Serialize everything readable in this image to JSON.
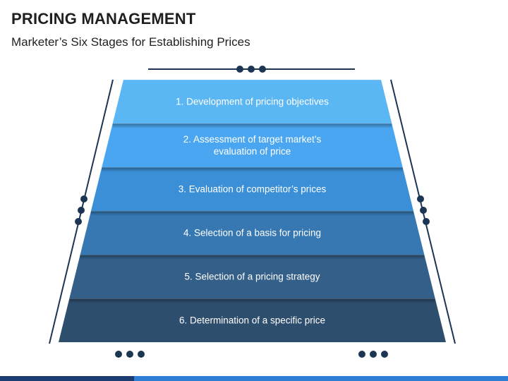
{
  "header": {
    "title": "PRICING MANAGEMENT",
    "subtitle": "Marketer’s Six Stages for Establishing Prices"
  },
  "steps": [
    {
      "lines": [
        "1. Development of pricing objectives"
      ]
    },
    {
      "lines": [
        "2. Assessment of target market’s",
        "evaluation of price"
      ]
    },
    {
      "lines": [
        "3. Evaluation of competitor’s prices"
      ]
    },
    {
      "lines": [
        "4. Selection of a basis for pricing"
      ]
    },
    {
      "lines": [
        "5. Selection of a pricing strategy"
      ]
    },
    {
      "lines": [
        "6. Determination of a specific price"
      ]
    }
  ],
  "colors": {
    "steps": [
      "#5bb6f4",
      "#4aa6f0",
      "#3a8fd6",
      "#3778b2",
      "#335f88",
      "#2e4e6e"
    ],
    "accent": "#1c3553",
    "bottom_bar_dark": "#1c3b6e",
    "bottom_bar_light": "#2e7dd4"
  }
}
